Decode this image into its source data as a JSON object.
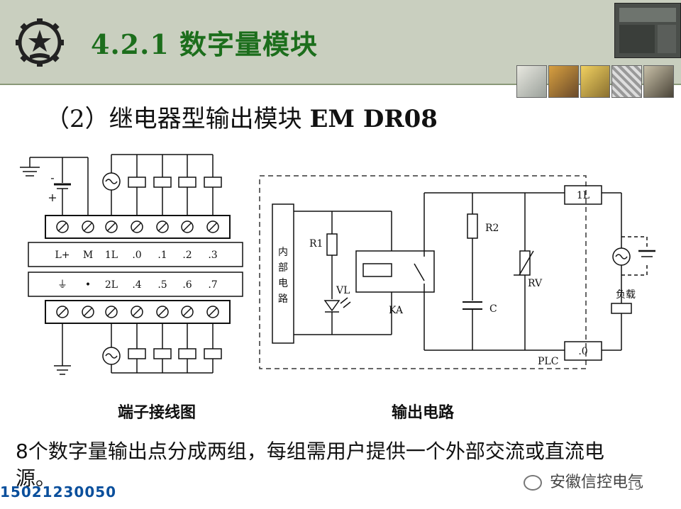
{
  "header": {
    "title": "4.2.1    数字量模块"
  },
  "subtitle": {
    "prefix": "（2）继电器型输出模块",
    "model": "EM DR08"
  },
  "terminal_diagram": {
    "caption": "端子接线图",
    "row1_labels": [
      "L+",
      "M",
      "1L",
      ".0",
      ".1",
      ".2",
      ".3"
    ],
    "row2_labels": [
      "⏚",
      "•",
      "2L",
      ".4",
      ".5",
      ".6",
      ".7"
    ],
    "dc_minus": "-",
    "dc_plus": "+"
  },
  "output_circuit": {
    "caption": "输出电路",
    "internal_circuit": [
      "内",
      "部",
      "电",
      "路"
    ],
    "r1": "R1",
    "vl": "VL",
    "ka": "KA",
    "r2": "R2",
    "c": "C",
    "rv": "RV",
    "terminal_1l": "1L",
    "terminal_0": ".0",
    "plc": "PLC",
    "load": "负载"
  },
  "note": "8个数字量输出点分成两组，每组需用户提供一个外部交流或直流电源。",
  "phone": "15021230050",
  "watermark": "安徽信控电气",
  "page_number": "19",
  "colors": {
    "title": "#1c6e1c",
    "header_bg": "#c9cfbf",
    "phone": "#0a4f9c"
  }
}
